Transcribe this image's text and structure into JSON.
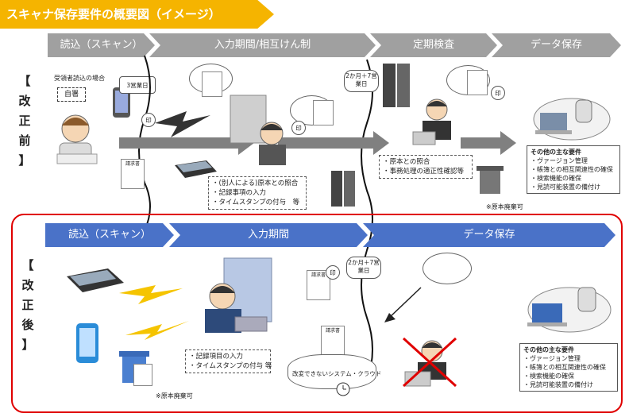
{
  "title": "スキャナ保存要件の概要図（イメージ）",
  "before": {
    "label_chars": [
      "【",
      "改",
      "正",
      "前",
      "】"
    ],
    "steps": [
      "読込（スキャン）",
      "入力期間/相互けん制",
      "定期検査",
      "データ保存"
    ],
    "receiver_label": "受領者読込の場合",
    "self_sign": "自署",
    "deadline_3days": "3営業日",
    "deadline_2m7d": "2か月＋7営業日",
    "check_box": [
      "・(別人による)原本との照合",
      "・記録事項の入力",
      "・タイムスタンプの付与　等"
    ],
    "inspection_box": [
      "・原本との照合",
      "・事務処理の適正性確認等"
    ],
    "other_reqs_title": "その他の主な要件",
    "other_reqs": [
      "・ヴァージョン管理",
      "・帳簿との相互関連性の確保",
      "・検索機能の確保",
      "・見読可能装置の備付け"
    ],
    "disposal_note": "※原本廃棄可"
  },
  "after": {
    "label_chars": [
      "【",
      "改",
      "正",
      "後",
      "】"
    ],
    "steps": [
      "読込（スキャン）",
      "入力期間",
      "データ保存"
    ],
    "deadline_2m7d": "2か月＋7営業日",
    "input_box": [
      "・記録項目の入力",
      "・タイムスタンプの付与 等"
    ],
    "system_cloud": "改変できないシステム・クラウド",
    "disposal_note": "※原本廃棄可",
    "other_reqs_title": "その他の主な要件",
    "other_reqs": [
      "・ヴァージョン管理",
      "・帳簿との相互関連性の確保",
      "・検索機能の確保",
      "・見読可能装置の備付け"
    ]
  },
  "doc_labels": {
    "request": "請求書",
    "seal": "印"
  },
  "colors": {
    "banner": "#f5b400",
    "step_gray": "#a0a0a0",
    "step_blue": "#4a72c8",
    "frame_red": "#e00000"
  }
}
